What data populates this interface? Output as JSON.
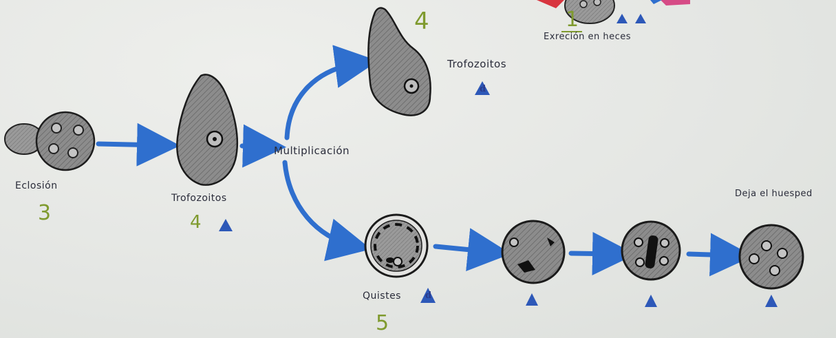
{
  "stages": {
    "excretion": {
      "label": "Exreción en heces",
      "number": "1"
    },
    "hatching": {
      "label": "Eclosión",
      "number": "3"
    },
    "trophozoites_left": {
      "label": "Trofozoitos",
      "number": "4"
    },
    "multiplication": {
      "label": "Multiplicación"
    },
    "trophozoites_top": {
      "label": "Trofozoitos",
      "number": "4"
    },
    "cysts": {
      "label": "Quistes",
      "number": "5"
    },
    "leaves_host": {
      "label": "Deja el huesped"
    }
  },
  "markers": {
    "infective_stage": "d"
  },
  "colors": {
    "arrow": "#2f6fce",
    "marker_blue": "#2d58b8",
    "stage_number": "#7f9a2e",
    "cell_fill": "#8d8d8d",
    "ink": "#1f1f1f",
    "crop_red": "#d8353f",
    "crop_pink": "#d64b86"
  }
}
